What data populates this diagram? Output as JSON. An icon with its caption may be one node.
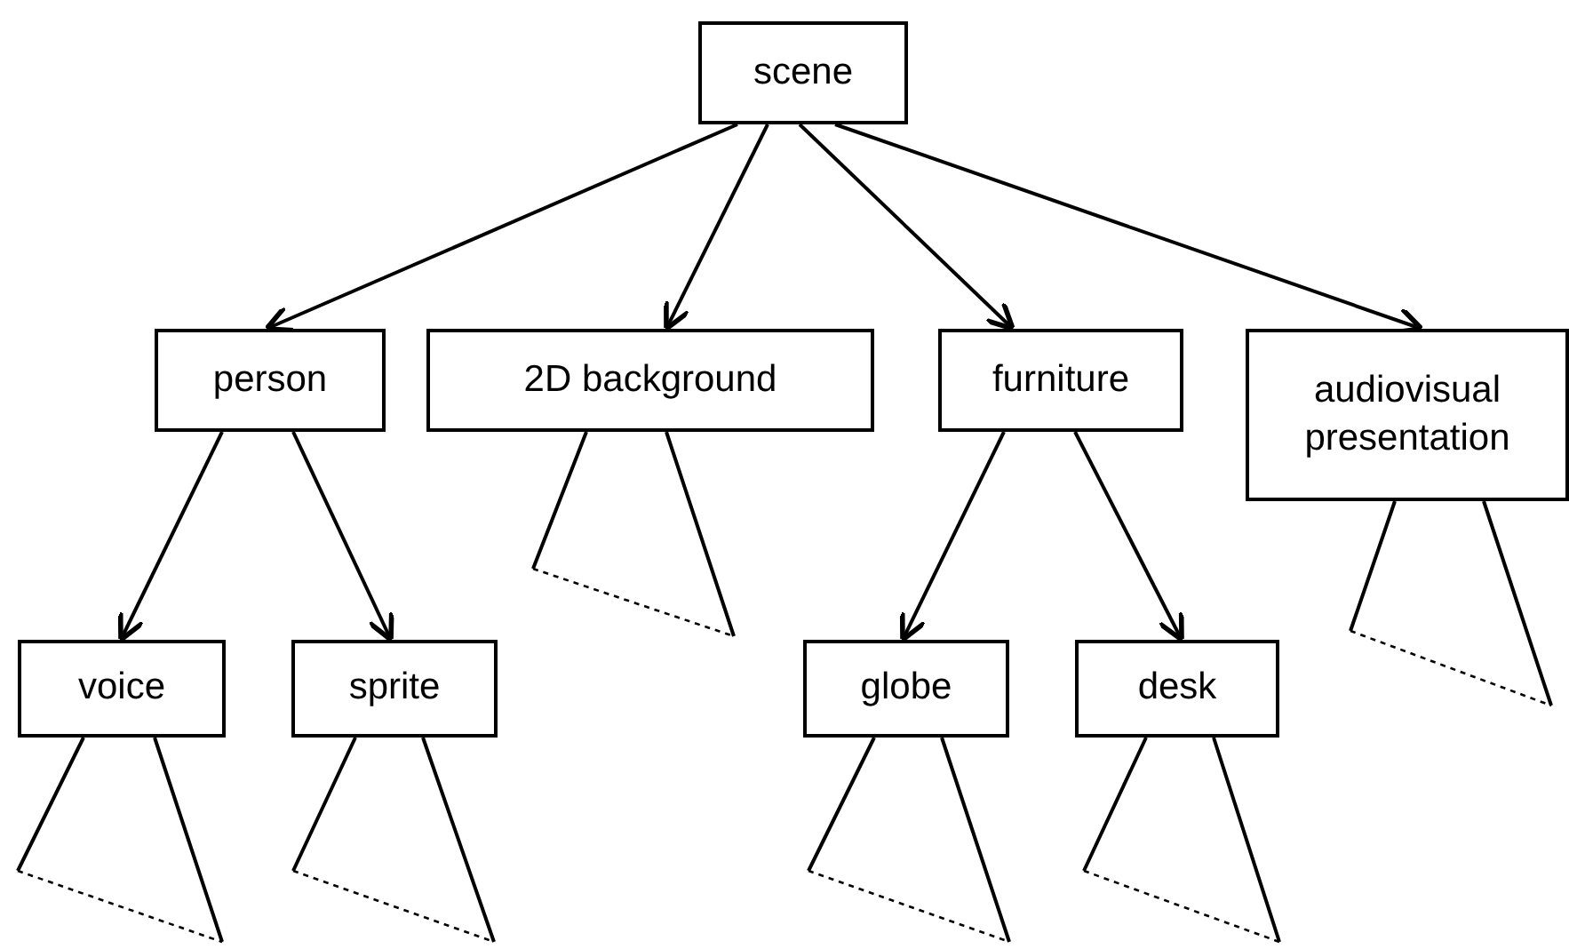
{
  "diagram": {
    "nodes": [
      {
        "text": [
          "scene"
        ]
      },
      {
        "text": [
          "person"
        ]
      },
      {
        "text": [
          "2D background"
        ]
      },
      {
        "text": [
          "furniture"
        ]
      },
      {
        "text": [
          "audiovisual presentation"
        ]
      },
      {
        "text": [
          "voice"
        ]
      },
      {
        "text": [
          "sprite"
        ]
      },
      {
        "text": [
          "globe"
        ]
      },
      {
        "text": [
          "desk"
        ]
      }
    ],
    "edges": [
      {
        "from": 0,
        "to": 1,
        "arrow": "to"
      },
      {
        "from": 0,
        "to": 2,
        "arrow": "to"
      },
      {
        "from": 0,
        "to": 3,
        "arrow": "to"
      },
      {
        "from": 0,
        "to": 4,
        "arrow": "to"
      },
      {
        "from": 1,
        "to": 5,
        "arrow": "to"
      },
      {
        "from": 1,
        "to": 6,
        "arrow": "to"
      },
      {
        "from": 3,
        "to": 7,
        "arrow": "to"
      },
      {
        "from": 3,
        "to": 8,
        "arrow": "to"
      }
    ]
  }
}
